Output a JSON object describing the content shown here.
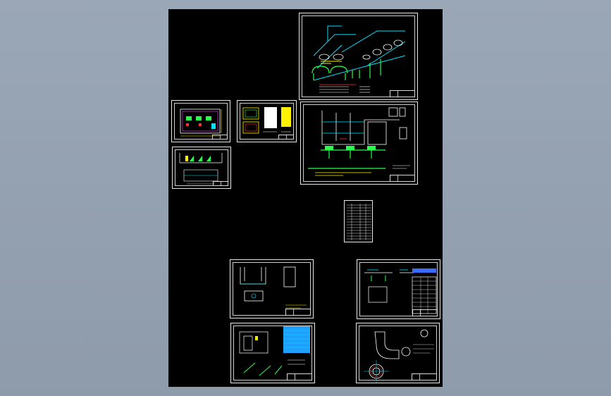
{
  "viewer": {
    "background": "#95a3b3",
    "drawing_area_color": "#000000"
  },
  "sheets": [
    {
      "id": "sheet-piping-axonometric"
    },
    {
      "id": "sheet-room-plan"
    },
    {
      "id": "sheet-equipment-details"
    },
    {
      "id": "sheet-room-section"
    },
    {
      "id": "sheet-process-flow"
    },
    {
      "id": "sheet-material-table"
    },
    {
      "id": "sheet-tank-detail"
    },
    {
      "id": "sheet-pipe-support-table"
    },
    {
      "id": "sheet-valve-pit-detail"
    },
    {
      "id": "sheet-elbow-detail"
    }
  ],
  "colors": {
    "line": "#ffffff",
    "cyan": "#00e5ff",
    "green": "#27ff4a",
    "yellow": "#fff200",
    "red": "#ff3030",
    "magenta": "#ff40ff",
    "blue": "#3b6bff"
  }
}
